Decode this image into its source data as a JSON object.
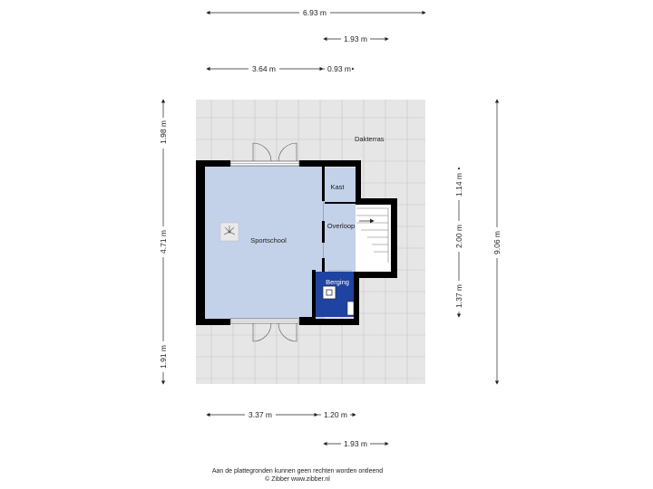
{
  "rooms": {
    "dakterras": "Dakterras",
    "sportschool": "Sportschool",
    "kast": "Kast",
    "overloop": "Overloop",
    "berging": "Berging"
  },
  "dimensions": {
    "top_total": "6.93 m",
    "top_right": "1.93 m",
    "top_mid_left": "3.64 m",
    "top_mid_right": "0.93 m",
    "left_top": "1.98 m",
    "left_mid": "4.71 m",
    "left_bottom": "1.91 m",
    "right_top": "1.14 m",
    "right_mid": "2.00 m",
    "right_bottom": "1.37 m",
    "right_total": "9.06 m",
    "bottom_left": "3.37 m",
    "bottom_mid": "1.20 m",
    "bottom_right": "1.93 m"
  },
  "footer": {
    "line1": "Aan de plattegronden kunnen geen rechten worden ontleend",
    "line2": "© Zibber www.zibber.nl"
  },
  "colors": {
    "room_fill": "#c3d1e9",
    "berging_fill": "#1f43a0",
    "terrace_fill": "#e6e6e6",
    "wall": "#000000",
    "tile_line": "#c4c4c4"
  }
}
